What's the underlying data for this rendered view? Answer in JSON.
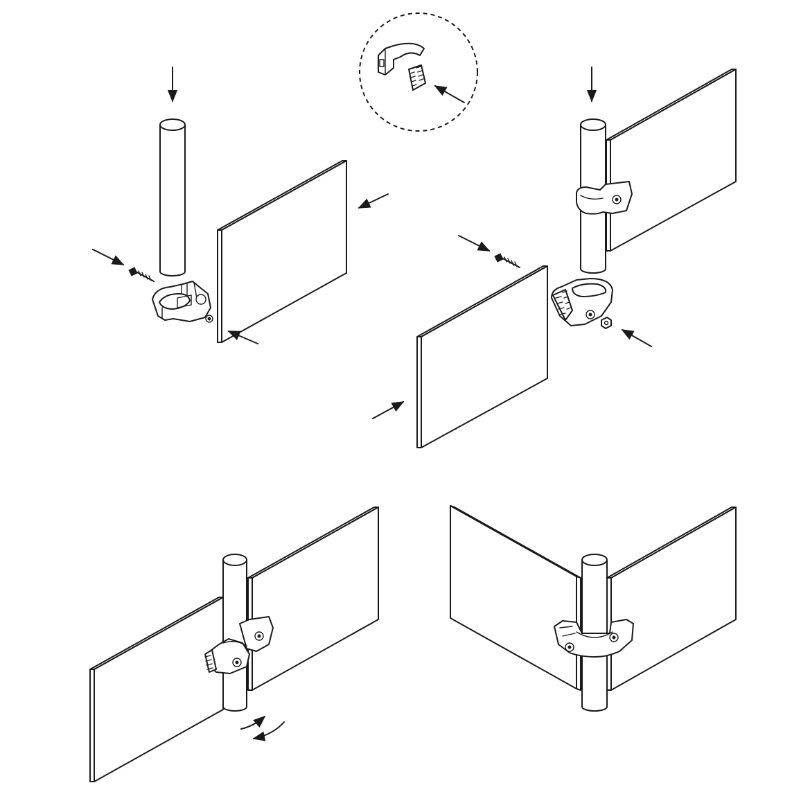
{
  "figure": {
    "colors": {
      "line": "#1a1a1a",
      "fill": "#ffffff"
    },
    "steps": [
      {
        "id": "step-1",
        "parts": [
          "tube",
          "screw",
          "clamp",
          "panel"
        ]
      },
      {
        "id": "step-2",
        "parts": [
          "tube",
          "panel",
          "clamp",
          "panel",
          "screw",
          "nut"
        ]
      },
      {
        "id": "step-3",
        "parts": [
          "tube",
          "panel",
          "clamp",
          "panel",
          "rotation-arrows"
        ]
      },
      {
        "id": "step-4",
        "parts": [
          "tube",
          "panel",
          "clamp",
          "panel"
        ]
      }
    ],
    "detail_callout": {
      "parts": [
        "clamp-half",
        "insert"
      ]
    }
  }
}
